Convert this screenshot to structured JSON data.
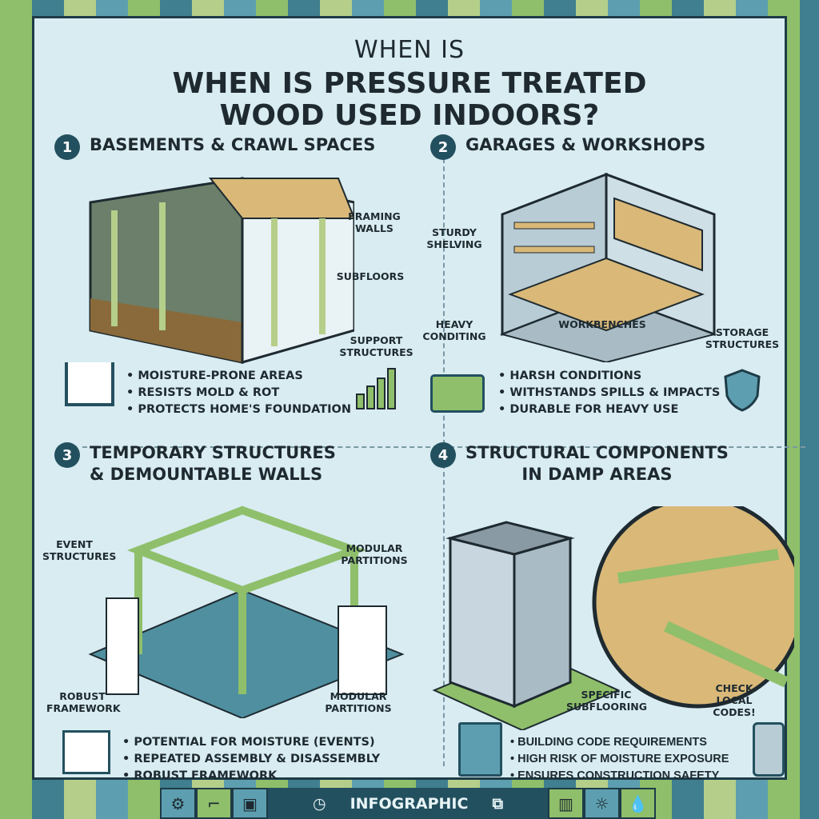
{
  "title": {
    "small": "WHEN IS",
    "main_line1": "WHEN IS PRESSURE TREATED",
    "main_line2": "WOOD USED INDOORS?"
  },
  "sections": [
    {
      "number": "1",
      "title": "BASEMENTS & CRAWL SPACES",
      "labels": [
        "FRAMING WALLS",
        "SUBFLOORS",
        "SUPPORT STRUCTURES"
      ],
      "bullets": [
        "MOISTURE-PRONE AREAS",
        "RESISTS MOLD & ROT",
        "PROTECTS HOME'S FOUNDATION"
      ]
    },
    {
      "number": "2",
      "title": "GARAGES & WORKSHOPS",
      "labels": [
        "STURDY SHELVING",
        "HEAVY CONDITING",
        "WORKBENCHES",
        "STORAGE STRUCTURES"
      ],
      "bullets": [
        "HARSH CONDITIONS",
        "WITHSTANDS SPILLS & IMPACTS",
        "DURABLE FOR HEAVY USE"
      ]
    },
    {
      "number": "3",
      "title_line1": "TEMPORARY STRUCTURES",
      "title_line2": "& DEMOUNTABLE WALLS",
      "labels": [
        "EVENT STRUCTURES",
        "MODULAR PARTITIONS",
        "ROBUST FRAMEWORK",
        "MODULAR PARTITIONS"
      ],
      "bullets": [
        "POTENTIAL FOR MOISTURE (EVENTS)",
        "REPEATED ASSEMBLY & DISASSEMBLY",
        "ROBUST FRAMEWORK"
      ]
    },
    {
      "number": "4",
      "title_line1": "STRUCTURAL COMPONENTS",
      "title_line2": "IN DAMP AREAS",
      "labels": [
        "SPECIFIC SUBFLOORING",
        "CHECK LOCAL CODES!"
      ],
      "bullets": [
        "BUILDING CODE REQUIREMENTS",
        "HIGH RISK OF MOISTURE EXPOSURE",
        "ENSURES CONSTRUCTION SAFETY"
      ]
    }
  ],
  "footer": {
    "label": "INFOGRAPHIC",
    "icons": [
      "gear-icon",
      "drill-icon",
      "box-icon",
      "clock-icon",
      "blocks-icon",
      "chart-icon",
      "sun-icon",
      "drop-icon"
    ]
  },
  "colors": {
    "background": "#d8ecf2",
    "accent": "#23505f",
    "green": "#8fbf6a",
    "wood": "#d9b878"
  }
}
